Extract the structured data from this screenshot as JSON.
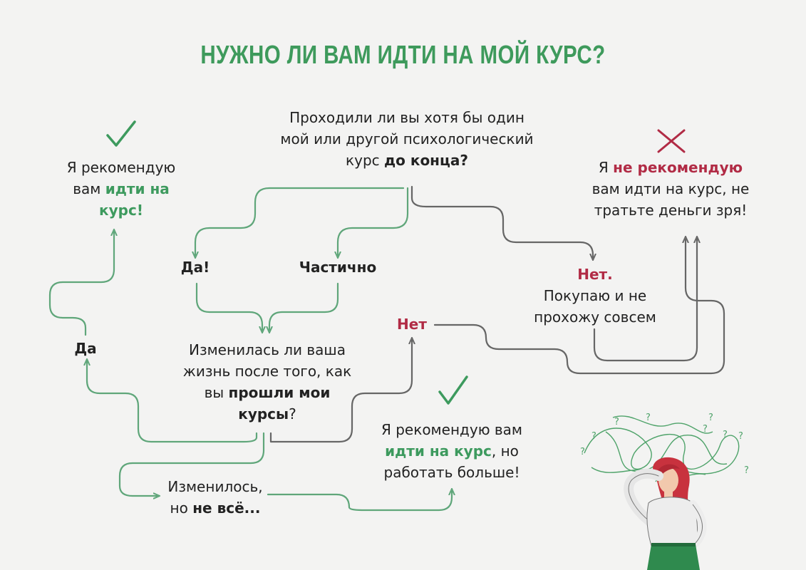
{
  "title": "НУЖНО ЛИ ВАМ ИДТИ НА МОЙ КУРС?",
  "question1": {
    "line1": "Проходили ли вы хотя бы один",
    "line2": "мой или другой психологический",
    "line3_plain": "курс ",
    "line3_bold": "до конца?"
  },
  "answers1": {
    "yes": "Да!",
    "partial": "Частично"
  },
  "no_branch": {
    "no": "Нет.",
    "line2": "Покупаю и не",
    "line3": "прохожу совсем"
  },
  "recommend_left": {
    "line1": "Я рекомендую",
    "line2_plain": "вам ",
    "line2_bold": "идти на",
    "line3_bold": "курс!"
  },
  "not_recommend": {
    "line1_plain": "Я ",
    "line1_bold": "не рекомендую",
    "line2": "вам идти на курс, не",
    "line3": "тратьте деньги зря!"
  },
  "question2": {
    "line1": "Изменилась ли ваша",
    "line2": "жизнь после того, как",
    "line3_plain": "вы ",
    "line3_bold": "прошли мои",
    "line4_bold": "курсы",
    "line4_plain": "?"
  },
  "answers2": {
    "yes": "Да",
    "no": "Нет"
  },
  "changed_partly": {
    "line1": "Изменилось,",
    "line2_plain": "но ",
    "line2_bold": "не всё..."
  },
  "recommend_work": {
    "line1": "Я рекомендую вам",
    "line2_bold": "идти на курс",
    "line2_plain": ", но",
    "line3": "работать больше!"
  },
  "icons": [
    "check-icon",
    "cross-icon",
    "thinking-woman-illustration"
  ],
  "colors": {
    "green": "#3d9a5e",
    "red": "#b12b45",
    "gray": "#666666",
    "background": "#f3f3f2"
  }
}
